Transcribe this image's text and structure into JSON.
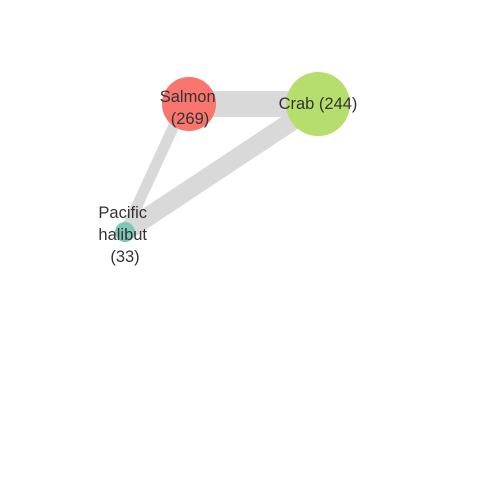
{
  "network": {
    "nodes": [
      {
        "id": "salmon",
        "label_lines": [
          "Salmon",
          "(269)"
        ],
        "color": "#F8766D"
      },
      {
        "id": "crab",
        "label_lines": [
          "Crab (244)"
        ],
        "color": "#B6DE6C"
      },
      {
        "id": "pacific_halibut",
        "label_lines": [
          "Pacific",
          "halibut",
          "(33)"
        ],
        "color": "#7FC8B8"
      }
    ],
    "edges": [
      {
        "source": "salmon",
        "target": "crab"
      },
      {
        "source": "crab",
        "target": "pacific_halibut"
      },
      {
        "source": "salmon",
        "target": "pacific_halibut"
      }
    ],
    "edge_color": "#D9D9D9"
  }
}
